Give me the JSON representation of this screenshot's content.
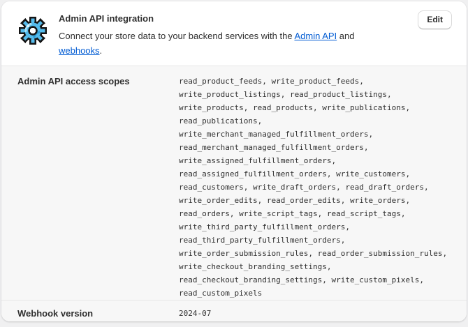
{
  "card": {
    "header": {
      "title": "Admin API integration",
      "description": {
        "prefix": "Connect your store data to your backend services with the ",
        "admin_api_link": "Admin API",
        "middle": " and ",
        "webhooks_link": "webhooks",
        "suffix": "."
      },
      "edit_button": "Edit",
      "icon": "pixel-gear-icon"
    },
    "rows": [
      {
        "label": "Admin API access scopes",
        "value": [
          "read_product_feeds",
          "write_product_feeds",
          "write_product_listings",
          "read_product_listings",
          "write_products",
          "read_products",
          "write_publications",
          "read_publications",
          "write_merchant_managed_fulfillment_orders",
          "read_merchant_managed_fulfillment_orders",
          "write_assigned_fulfillment_orders",
          "read_assigned_fulfillment_orders",
          "write_customers",
          "read_customers",
          "write_draft_orders",
          "read_draft_orders",
          "write_order_edits",
          "read_order_edits",
          "write_orders",
          "read_orders",
          "write_script_tags",
          "read_script_tags",
          "write_third_party_fulfillment_orders",
          "read_third_party_fulfillment_orders",
          "write_order_submission_rules",
          "read_order_submission_rules",
          "write_checkout_branding_settings",
          "read_checkout_branding_settings",
          "write_custom_pixels",
          "read_custom_pixels"
        ]
      },
      {
        "label": "Webhook version",
        "value": "2024-07"
      }
    ]
  },
  "colors": {
    "link": "#005bd3",
    "icon_blue": "#55bbec",
    "icon_highlight": "#a9e2f9",
    "icon_shade": "#2d9bd4",
    "text": "#303030",
    "section_bg": "#f7f7f7",
    "divider": "#e7e7e7"
  }
}
